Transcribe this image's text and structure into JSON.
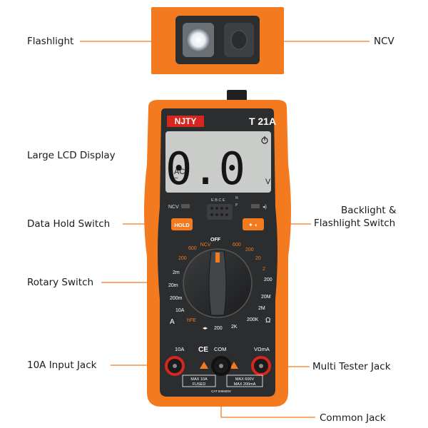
{
  "callouts": {
    "flashlight": "Flashlight",
    "ncv": "NCV",
    "lcd": "Large LCD Display",
    "hold": "Data Hold Switch",
    "backlight_line1": "Backlight &",
    "backlight_line2": "Flashlight Switch",
    "rotary": "Rotary Switch",
    "input_10a": "10A Input Jack",
    "multi": "Multi Tester Jack",
    "common": "Common Jack"
  },
  "device": {
    "brand": "NJTY",
    "model": "T 21A",
    "lcd_reading": "0.0",
    "lcd_mode": "AC",
    "lcd_unit": "V",
    "ncv_label": "NCV",
    "hold_label": "HOLD",
    "socket_letters": "E B C E",
    "socket_n": "N",
    "socket_p": "P",
    "dial": {
      "off": "OFF",
      "ncv": "NCV",
      "left_labels": [
        "600",
        "200",
        "2m",
        "20m",
        "200m",
        "10A"
      ],
      "left_hfe": "hFE",
      "left_amp": "A",
      "right_labels": [
        "600",
        "200",
        "20",
        "2",
        "200",
        "20M",
        "2M",
        "200K"
      ],
      "right_ohm": "Ω",
      "bottom_labels": [
        "200",
        "2K"
      ]
    },
    "jacks": {
      "left_label": "10A",
      "com_label": "COM",
      "right_label": "VΩmA",
      "ce_mark": "CE",
      "left_rating_1": "MAX 10A",
      "left_rating_2": "FUSED",
      "right_rating_1": "MAX 600V",
      "right_rating_2": "MAX 200mA",
      "cat_label": "CAT IIIIII600V"
    }
  },
  "colors": {
    "orange": "#f47a20",
    "dark_body": "#2b2d2f",
    "lcd": "#c9ccc8",
    "leader": "#f47a20"
  }
}
